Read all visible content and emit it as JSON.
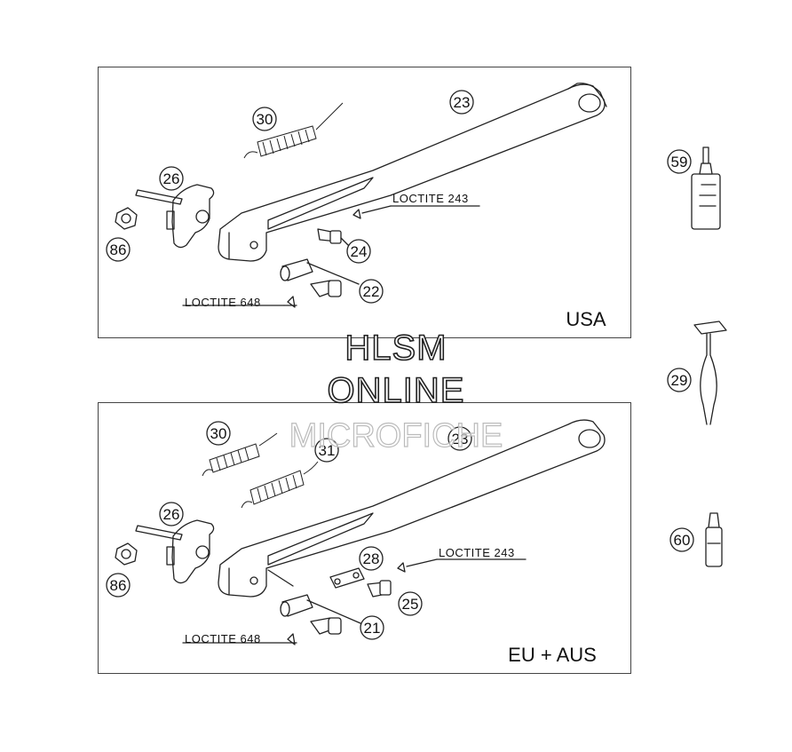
{
  "panels": {
    "top_region": "USA",
    "bottom_region": "EU + AUS"
  },
  "labels": {
    "loctite_243": "LOCTITE 243",
    "loctite_648": "LOCTITE 648"
  },
  "callouts": {
    "top": [
      "30",
      "23",
      "26",
      "86",
      "24",
      "22"
    ],
    "bottom": [
      "30",
      "31",
      "23",
      "26",
      "86",
      "28",
      "25",
      "21"
    ],
    "side": [
      "59",
      "29",
      "60"
    ]
  },
  "watermark": {
    "line1": "HLSM",
    "line2": "ONLINE",
    "line3": "MICROFICHE"
  },
  "colors": {
    "line": "#222222",
    "background": "#ffffff"
  }
}
